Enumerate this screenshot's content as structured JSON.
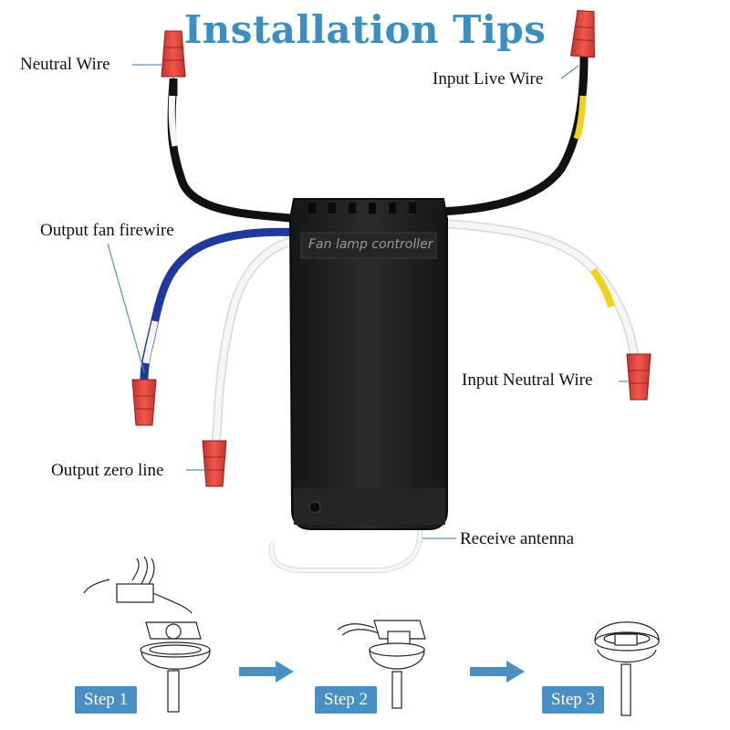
{
  "title": "Installation Tips",
  "controller_label": "Fan lamp controller",
  "labels": {
    "neutral_wire": "Neutral Wire",
    "input_live_wire": "Input Live Wire",
    "output_fan_firewire": "Output fan firewire",
    "input_neutral_wire": "Input Neutral Wire",
    "output_zero_line": "Output zero line",
    "receive_antenna": "Receive antenna"
  },
  "steps": [
    "Step 1",
    "Step 2",
    "Step 3"
  ],
  "colors": {
    "title": "#3a8fc2",
    "step_badge": "#4a8fc4",
    "arrow": "#4a8fc4",
    "controller": "#1e1e1e",
    "wire_black": "#1a1a1a",
    "wire_blue": "#1f3a9a",
    "wire_white": "#f4f4f4",
    "wire_yellow": "#f0d21a",
    "connector_red": "#e8453c",
    "leader_line": "#5a8fb3"
  }
}
